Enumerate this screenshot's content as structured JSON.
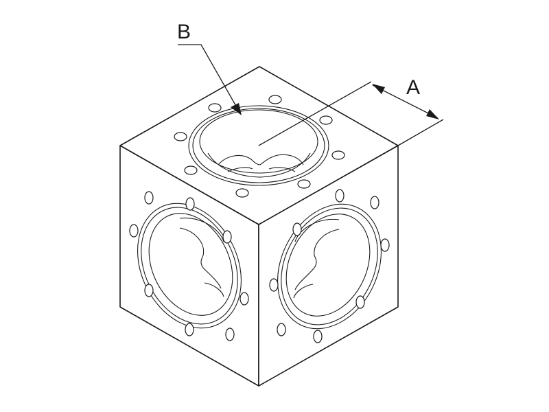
{
  "labels": {
    "a": "A",
    "b": "B"
  },
  "colors": {
    "line": "#1a1a1a",
    "face_top": "#ffffff",
    "face_side": "#ffffff",
    "background": "#ffffff"
  },
  "icons": {
    "flange_port": "circular-flange-port",
    "bolt_hole": "bolt-hole"
  }
}
